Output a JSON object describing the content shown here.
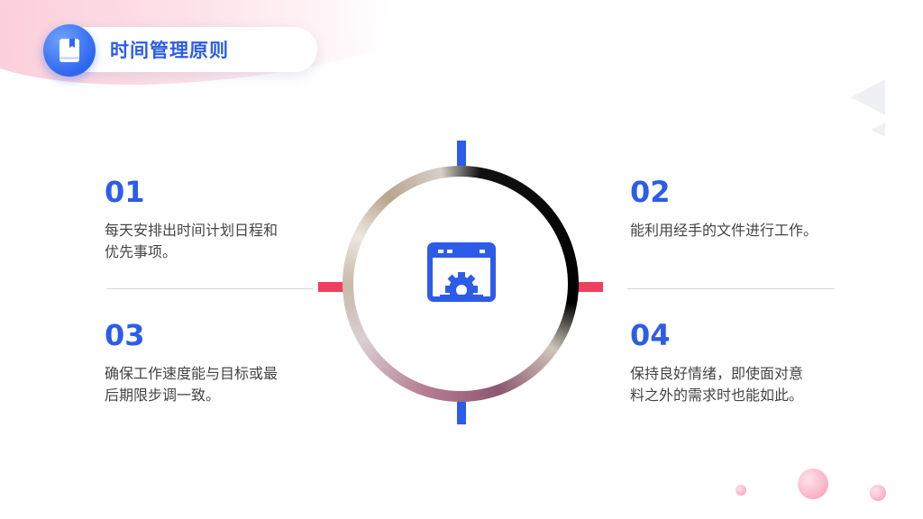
{
  "header": {
    "title": "时间管理原则",
    "icon": "book-icon"
  },
  "center": {
    "icon": "window-gear-icon"
  },
  "items": [
    {
      "number": "01",
      "text_line1": "每天安排出时间计划日程和",
      "text_line2": "优先事项。"
    },
    {
      "number": "02",
      "text_line1": "能利用经手的文件进行工作。",
      "text_line2": ""
    },
    {
      "number": "03",
      "text_line1": "确保工作速度能与目标或最",
      "text_line2": "后期限步调一致。"
    },
    {
      "number": "04",
      "text_line1": "保持良好情绪，即使面对意",
      "text_line2": "料之外的需求时也能如此。"
    }
  ],
  "colors": {
    "accent_blue": "#2d5ce8",
    "accent_red": "#ee3f5f",
    "text_gray": "#444444",
    "bubble_pink": "#f7b8c9"
  }
}
